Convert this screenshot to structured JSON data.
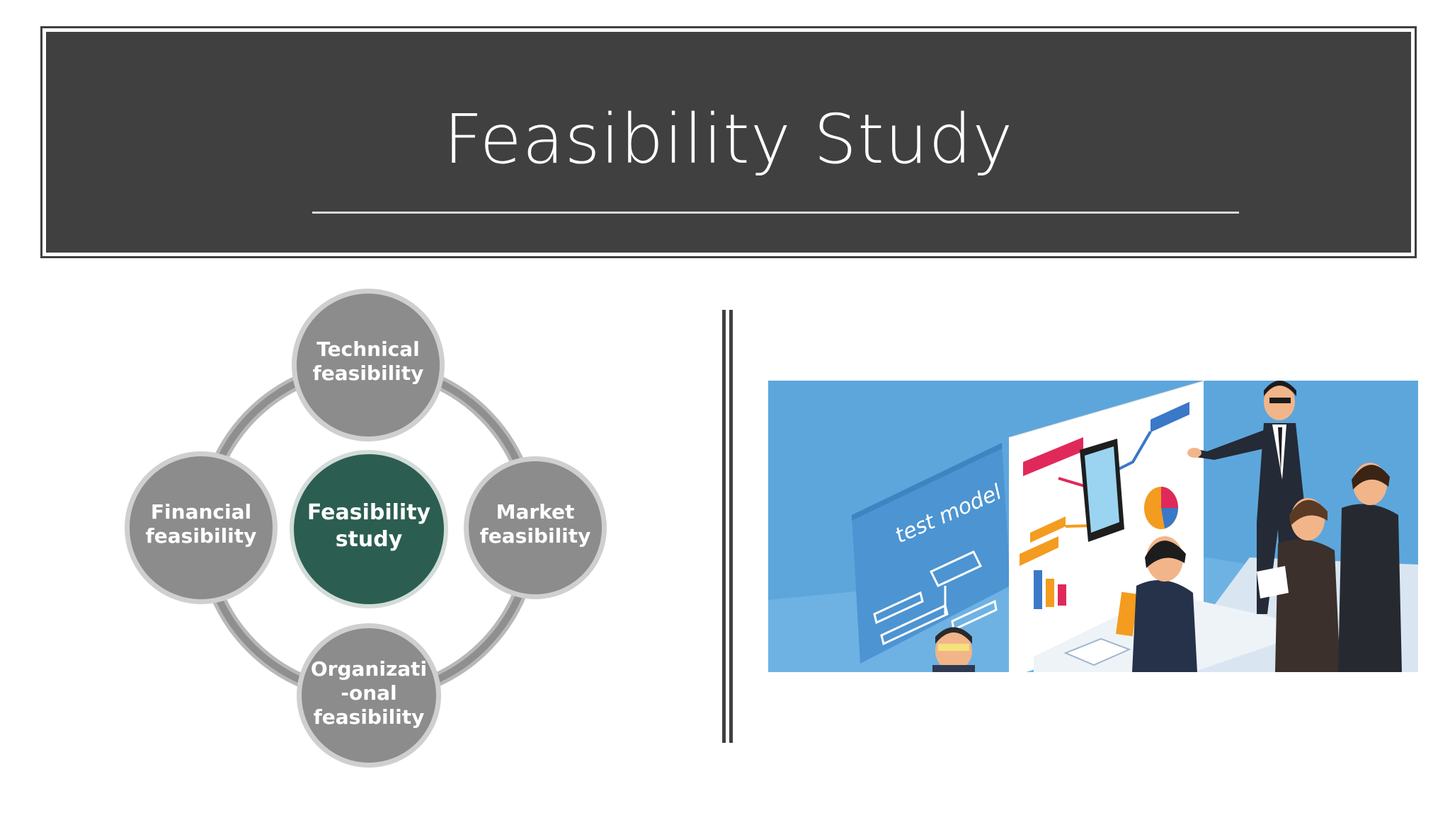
{
  "slide": {
    "title": "Feasibility Study"
  },
  "diagram": {
    "center": [
      "Feasibility",
      "study"
    ],
    "nodes": {
      "technical": [
        "Technical",
        "feasibility"
      ],
      "financial": [
        "Financial",
        "feasibility"
      ],
      "market": [
        "Market",
        "feasibility"
      ],
      "organizational": [
        "Organizati",
        "-onal",
        "feasibility"
      ]
    },
    "colors": {
      "node": "#8c8c8c",
      "center": "#2b5e50",
      "ring": "#9a9a9a"
    }
  },
  "illustration": {
    "board_text": "test model",
    "colors": {
      "background": "#5da6dc",
      "board": "#ffffff",
      "accent_red": "#e0295a",
      "accent_orange": "#f39c1f",
      "accent_blue": "#3a78c8"
    }
  }
}
